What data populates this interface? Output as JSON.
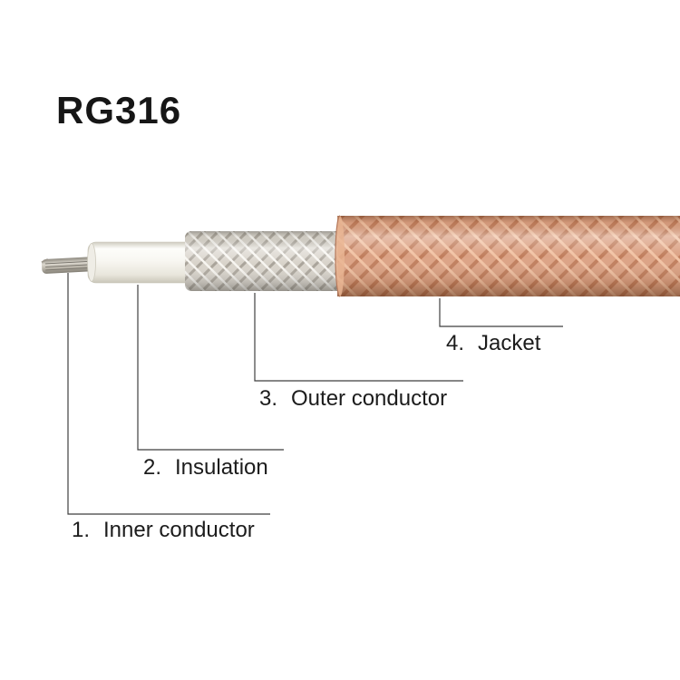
{
  "title": "RG316",
  "parts": [
    {
      "num": "1.",
      "label": "Inner conductor"
    },
    {
      "num": "2.",
      "label": "Insulation"
    },
    {
      "num": "3.",
      "label": "Outer conductor"
    },
    {
      "num": "4.",
      "label": "Jacket"
    }
  ],
  "colors": {
    "background": "#ffffff",
    "jacket_copper": "#dca284",
    "outer_conductor_silver": "#d7d2c9",
    "insulation_white": "#f8f7f2",
    "inner_conductor_metal": "#b7b2a7",
    "leader_line": "#3f3f3f",
    "text": "#1c1c1c"
  }
}
